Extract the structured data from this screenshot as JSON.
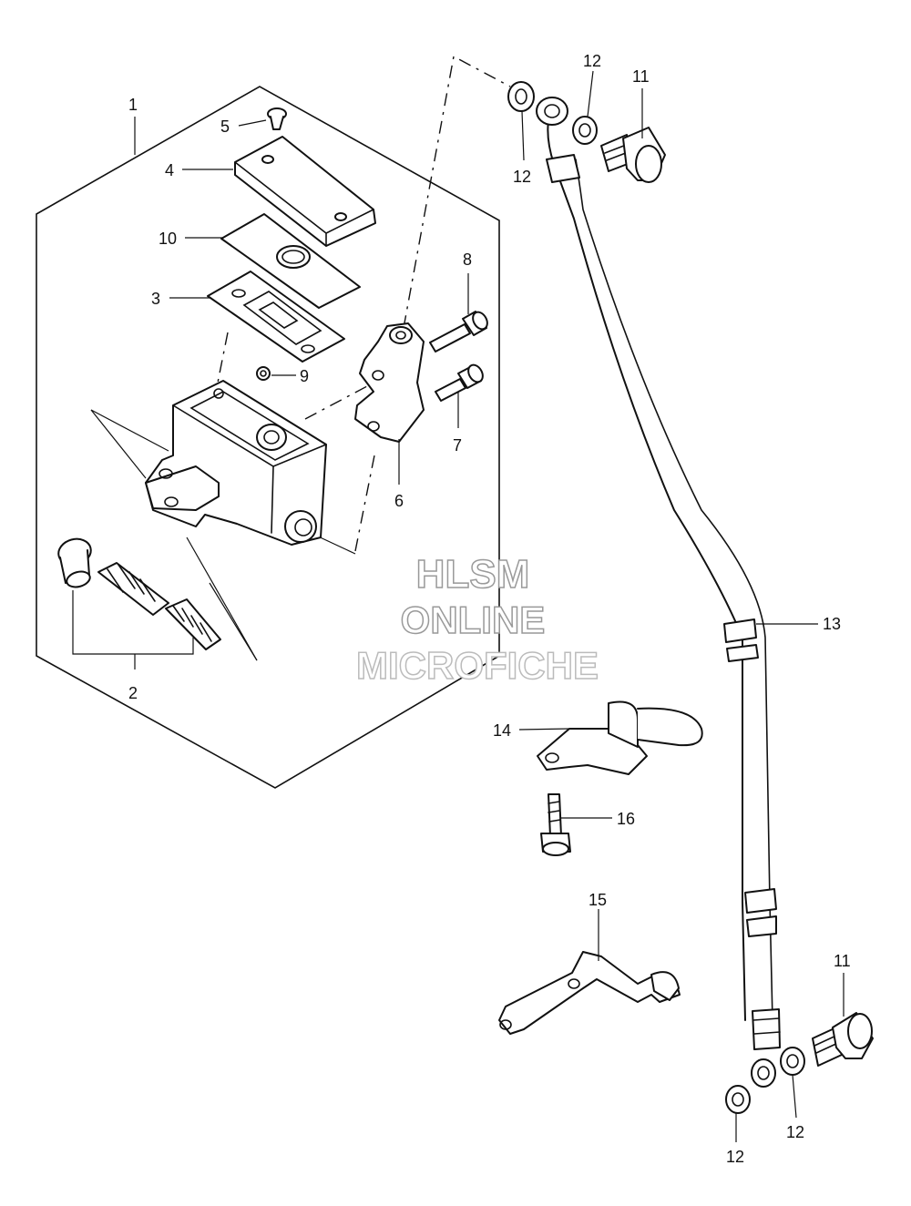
{
  "watermark": {
    "line1": "HLSM",
    "line2": "ONLINE",
    "line3": "MICROFICHE",
    "color": "#999999"
  },
  "callouts": {
    "c1": "1",
    "c2": "2",
    "c3": "3",
    "c4": "4",
    "c5": "5",
    "c6": "6",
    "c7": "7",
    "c8": "8",
    "c9": "9",
    "c10": "10",
    "c11a": "11",
    "c11b": "11",
    "c12a": "12",
    "c12b": "12",
    "c12c": "12",
    "c12d": "12",
    "c13": "13",
    "c14": "14",
    "c15": "15",
    "c16": "16"
  }
}
